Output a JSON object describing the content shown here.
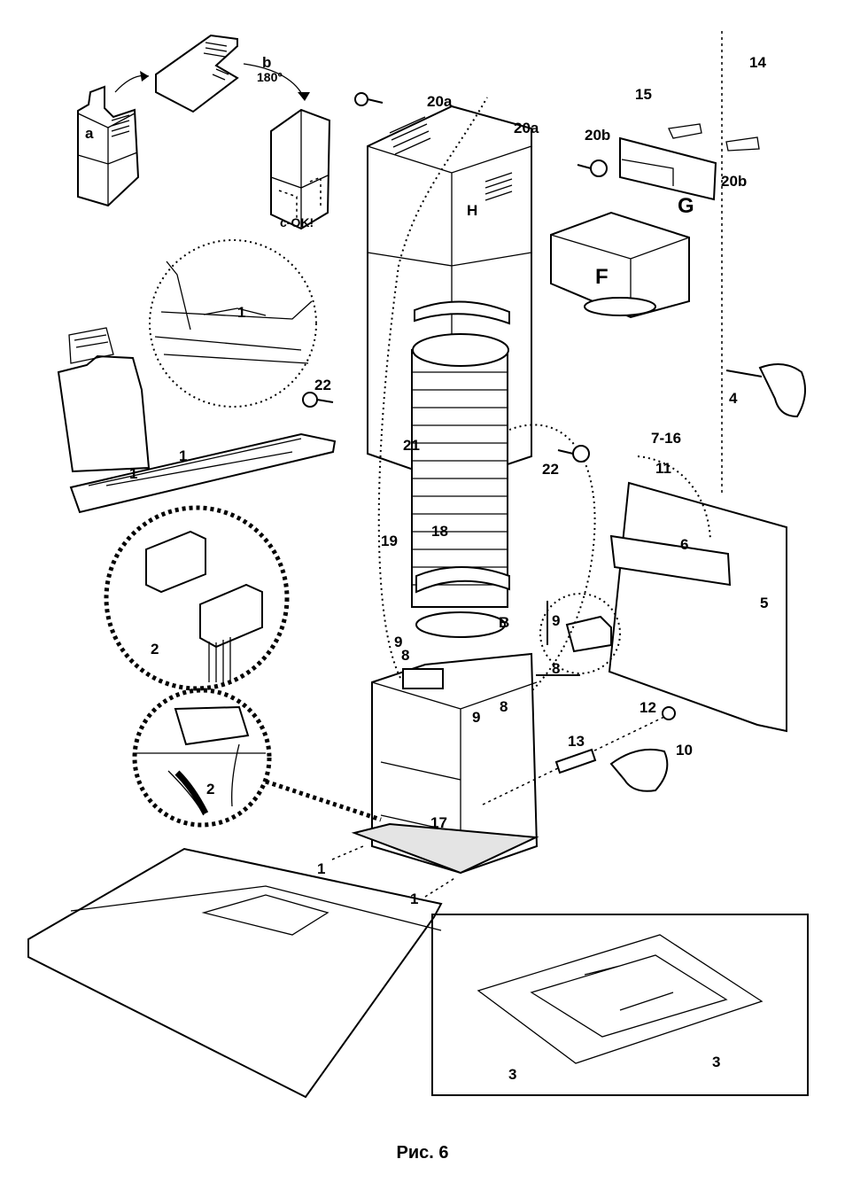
{
  "caption": "Рис. 6",
  "labels": {
    "a": "a",
    "b": "b",
    "deg180": "180°",
    "c_ok": "c-OK!",
    "n20a_left": "20a",
    "n20a_right": "20a",
    "n15": "15",
    "n14": "14",
    "n20b_left": "20b",
    "n20b_right": "20b",
    "G": "G",
    "H": "H",
    "F": "F",
    "n1_detail": "1",
    "n1_hood": "1",
    "n1_hood2": "1",
    "n22_left": "22",
    "n22_right": "22",
    "n4": "4",
    "n21": "21",
    "n7_16": "7-16",
    "n11": "11",
    "n19": "19",
    "n18": "18",
    "n6": "6",
    "n5": "5",
    "n2_top": "2",
    "n2_bottom": "2",
    "B": "B",
    "n9_a": "9",
    "n8_a": "8",
    "n9_b": "9",
    "n8_b": "8",
    "n9_c": "9",
    "n8_c": "8",
    "n12": "12",
    "n13": "13",
    "n10": "10",
    "n17": "17",
    "n1_left": "1",
    "n1_bottom": "1",
    "n3_left": "3",
    "n3_right": "3"
  }
}
